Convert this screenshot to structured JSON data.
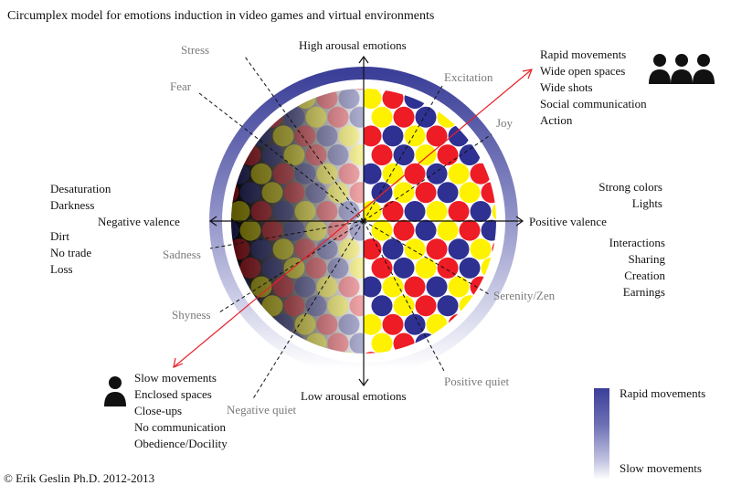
{
  "title": "Circumplex model for emotions induction in video games and virtual environments",
  "copyright": "© Erik Geslin Ph.D. 2012-2013",
  "axes": {
    "top": "High arousal emotions",
    "bottom": "Low arousal emotions",
    "left": "Negative valence",
    "right": "Positive valence"
  },
  "emotions": {
    "stress": "Stress",
    "fear": "Fear",
    "excitation": "Excitation",
    "joy": "Joy",
    "sadness": "Sadness",
    "shyness": "Shyness",
    "serenity": "Serenity/Zen",
    "positive_quiet": "Positive quiet",
    "negative_quiet": "Negative quiet"
  },
  "high_movement_list": [
    "Rapid movements",
    "Wide open spaces",
    "Wide shots",
    "Social communication",
    "Action"
  ],
  "low_movement_list": [
    "Slow movements",
    "Enclosed spaces",
    "Close-ups",
    "No communication",
    "Obedience/Docility"
  ],
  "negative_top_list": [
    "Desaturation",
    "Darkness"
  ],
  "negative_bottom_list": [
    "Dirt",
    "No trade",
    "Loss"
  ],
  "positive_top_list": [
    "Strong colors",
    "Lights"
  ],
  "positive_bottom_list": [
    "Interactions",
    "Sharing",
    "Creation",
    "Earnings"
  ],
  "legend": {
    "top": "Rapid movements",
    "bottom": "Slow movements"
  },
  "colors": {
    "ring_dark": "#3b3f98",
    "arrow_red": "#e8202a",
    "dot_red": "#ee1c25",
    "dot_blue": "#2e3192",
    "dot_yellow": "#fff200"
  }
}
